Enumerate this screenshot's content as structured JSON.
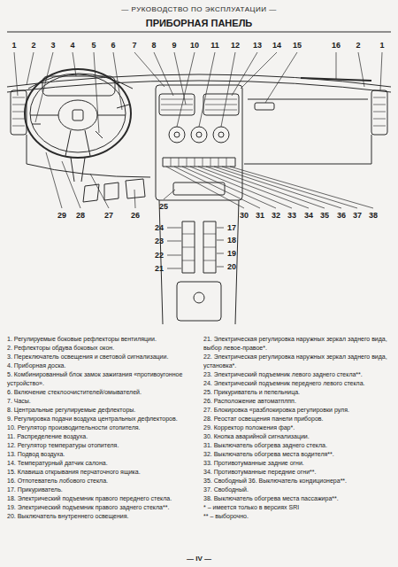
{
  "diagram": {
    "title": "ПРИБОРНАЯ ПАНЕЛЬ",
    "labels": [
      "— РУКОВОДСТВО ПО ЭКСПЛУАТАЦИИ —",
      "1",
      "2",
      "3",
      "4",
      "5",
      "6",
      "7",
      "8",
      "9",
      "10",
      "11",
      "12",
      "13",
      "14",
      "15",
      "16",
      "2",
      "1",
      "29",
      "28",
      "27",
      "26",
      "25",
      "30",
      "31",
      "32",
      "33",
      "34",
      "35",
      "36",
      "37",
      "38",
      "24",
      "23",
      "22",
      "21",
      "17",
      "18",
      "19",
      "20",
      "1. Регулируемые боковые рефлекторы вентиляции.",
      "2. Рефлекторы обдува боковых окон.",
      "3. Переключатель освещения и световой сигнализации.",
      "4. Приборная доска.",
      "5. Комбинированный блок замок зажигания «противоугонное устройство».",
      "6. Включение стеклоочистителей/омывателей.",
      "7. Часы.",
      "8. Центральные регулируемые дефлекторы.",
      "9. Регулировка подачи воздуха центральных дефлекторов.",
      "10. Регулятор производительности отопителя.",
      "11. Распределение воздуха.",
      "12. Регулятор температуры отопителя.",
      "13. Подвод воздуха.",
      "14. Температурный датчик салона.",
      "15. Клавиша открывания перчаточного ящика.",
      "16. Отпотеватель лобового стекла.",
      "17. Прикуриватель.",
      "18. Электрический подъемник правого переднего стекла.",
      "19. Электрический подъемник правого заднего стекла**.",
      "20. Выключатель внутреннего освещения.",
      "21. Электрическая регулировка наружных зеркал заднего вида, выбор левое-правое*.",
      "22. Электрическая регулировка наружных зеркал заднего вида, установка*.",
      "23. Электрический подъемник левого заднего стекла**.",
      "24. Электрический подъемник переднего левого стекла.",
      "25. Прикуриватель и пепельница.",
      "26. Расположение автоматплпп.",
      "27. Блокировка «разблокировка регулировки руля.",
      "28. Реостат освещения панели приборов.",
      "29. Корректор положения фар*.",
      "30. Кнопка аварийной сигнализации.",
      "31. Выключатель обогрева заднего стекла.",
      "32. Выключатель обогрева места водителя**.",
      "33. Противотуманные задние огни.",
      "34. Противотуманные передние огни**.",
      "35. Свободный 36. Выключатель кондиционера**.",
      "37. Свободный.",
      "38. Выключатель обогрева места пассажира**.",
      "* – имеется только в версиях SRI",
      "** – выборочно.",
      "— IV —"
    ]
  }
}
